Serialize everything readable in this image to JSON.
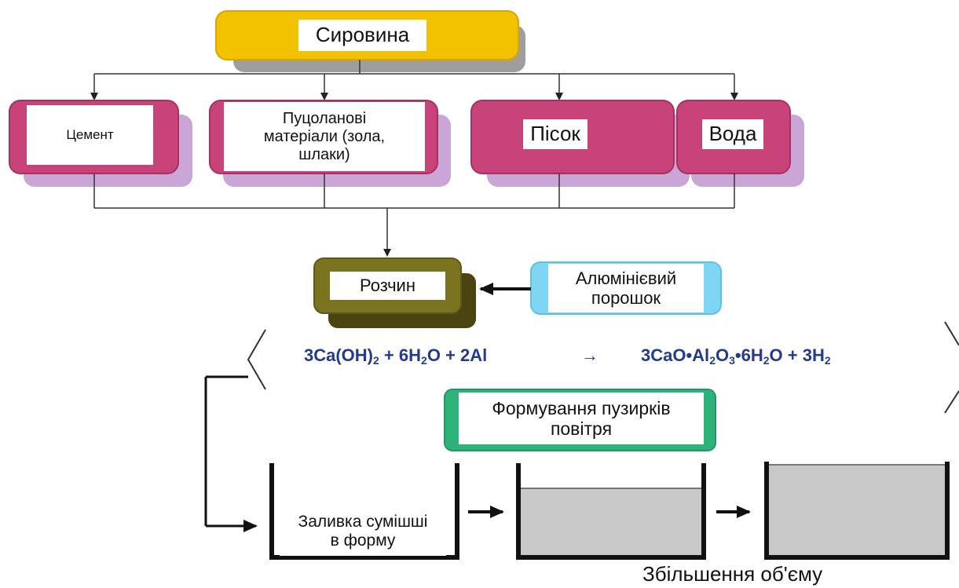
{
  "colors": {
    "raw_material_fill": "#f2c200",
    "component_fill": "#c8437a",
    "mortar_fill": "#7a7420",
    "powder_fill": "#7fd6f3",
    "bubbles_fill": "#2db37a",
    "equation_text": "#243a8f",
    "mold_fill": "#c8c8c8"
  },
  "raw_materials": {
    "label": "Сировина"
  },
  "components": [
    {
      "label": "Цемент"
    },
    {
      "label": "Пуцоланові\nматеріали (зола,\nшлаки)"
    },
    {
      "label": "Пісок"
    },
    {
      "label": "Вода"
    }
  ],
  "mortar": {
    "label": "Розчин"
  },
  "aluminum_powder": {
    "label": "Алюмінієвий\nпорошок"
  },
  "reaction": {
    "reactant_1_coef": "3Ca(OH)",
    "reactant_1_sub": "2",
    "plus_1": " + 6H",
    "water_sub": "2",
    "reactant_2_rest": "O + 2Al",
    "arrow": "→",
    "product_1": "3CaO•Al",
    "al_sub": "2",
    "o_part": "O",
    "o_sub": "3",
    "hydrate": "•6H",
    "h_sub": "2",
    "product_2_rest": "O + 3H",
    "h2_sub": "2"
  },
  "bubbles": {
    "label": "Формування пузирків\nповітря"
  },
  "pour": {
    "label": "Заливка сумішші\nв форму"
  },
  "expansion": {
    "label": "Збільшення об'єму"
  }
}
